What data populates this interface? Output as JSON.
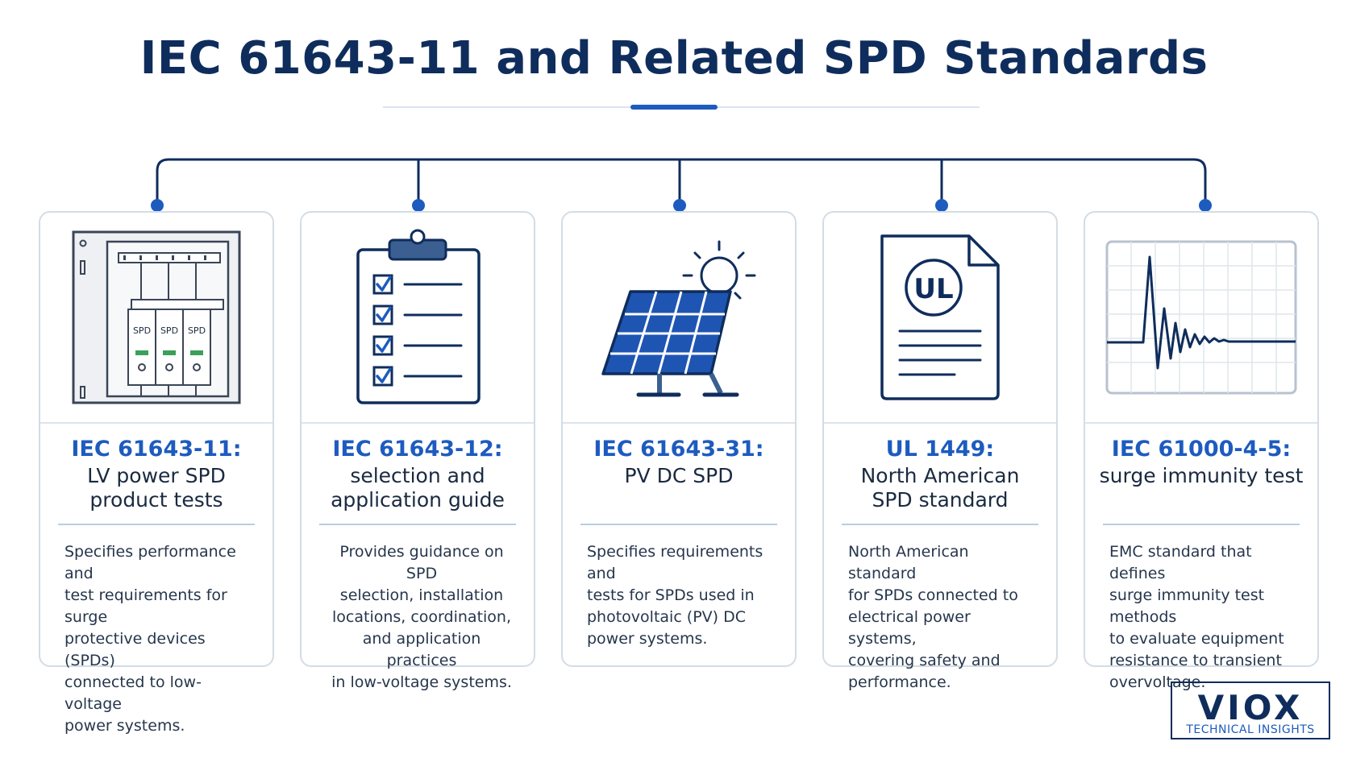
{
  "title": "IEC 61643-11 and Related SPD Standards",
  "colors": {
    "navy": "#0f2d5c",
    "accent_blue": "#1d5bbf",
    "border": "#d3dce6"
  },
  "standards": [
    {
      "icon": "surge-protector-panel-icon",
      "heading": "IEC 61643-11:",
      "sub_lines": [
        "LV power SPD",
        "product tests"
      ],
      "desc_lines": [
        "Specifies performance and",
        "test requirements for surge",
        "protective devices (SPDs)",
        "connected to low-voltage",
        "power systems."
      ],
      "icon_labels": [
        "SPD",
        "SPD",
        "SPD"
      ]
    },
    {
      "icon": "clipboard-checklist-icon",
      "heading": "IEC 61643-12:",
      "sub_lines": [
        "selection and",
        "application guide"
      ],
      "desc_lines": [
        "Provides guidance on SPD",
        "selection, installation",
        "locations, coordination,",
        "and application practices",
        "in low-voltage systems."
      ]
    },
    {
      "icon": "solar-panel-icon",
      "heading": "IEC 61643-31:",
      "sub_lines": [
        "PV DC SPD"
      ],
      "desc_lines": [
        "Specifies requirements and",
        "tests for SPDs used in",
        "photovoltaic (PV) DC",
        "power systems."
      ]
    },
    {
      "icon": "ul-document-icon",
      "heading": "UL 1449:",
      "sub_lines": [
        "North American",
        "SPD standard"
      ],
      "desc_lines": [
        "North American standard",
        "for SPDs connected to",
        "electrical power systems,",
        "covering safety and",
        "performance."
      ],
      "icon_label": "UL"
    },
    {
      "icon": "surge-waveform-icon",
      "heading": "IEC 61000-4-5:",
      "sub_lines": [
        "surge immunity test"
      ],
      "desc_lines": [
        "EMC standard that defines",
        "surge immunity test methods",
        "to evaluate equipment",
        "resistance to transient",
        "overvoltage."
      ]
    }
  ],
  "logo": {
    "word": "VIOX",
    "tagline": "TECHNICAL INSIGHTS"
  }
}
